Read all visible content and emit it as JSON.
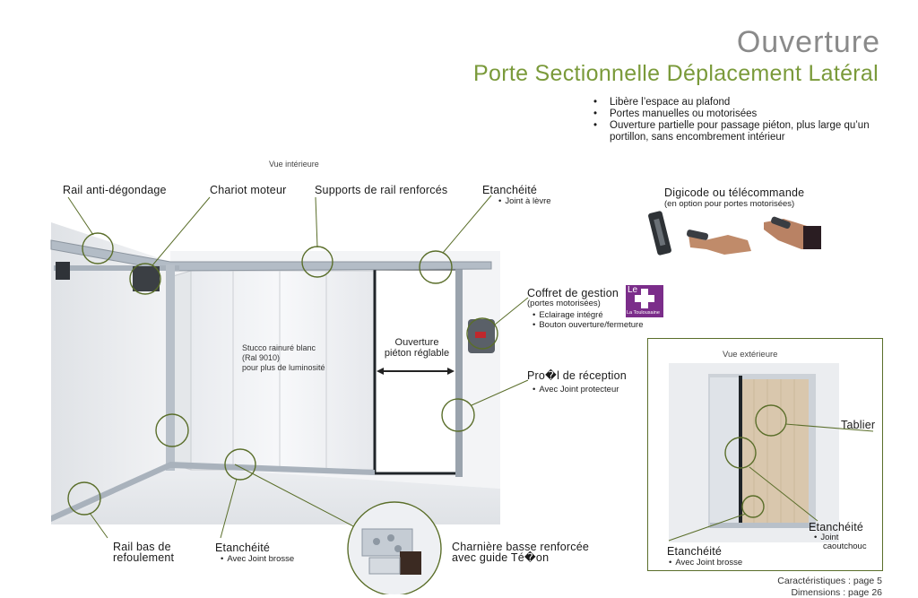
{
  "header": {
    "title": "Ouverture",
    "subtitle": "Porte Sectionnelle Déplacement Latéral"
  },
  "features": [
    "Libère l’espace au plafond",
    "Portes manuelles ou motorisées",
    "Ouverture partielle pour passage piéton, plus large qu’un portillon, sans encombrement intérieur"
  ],
  "interior_view": {
    "caption": "Vue intérieure",
    "labels": {
      "rail_anti": "Rail anti-dégondage",
      "chariot": "Chariot moteur",
      "supports": "Supports de rail renforcés",
      "etancheite_top": "Etanchéité",
      "etancheite_top_detail": "Joint à lèvre",
      "digicode": "Digicode ou télécommande",
      "digicode_detail": "(en option pour portes motorisées)",
      "coffret": "Coffret de gestion",
      "coffret_detail": "(portes motorisées)",
      "coffret_item1": "Eclairage intégré",
      "coffret_item2": "Bouton ouverture/fermeture",
      "profil": "Pro�l de réception",
      "profil_detail": "Avec Joint protecteur",
      "stucco_line1": "Stucco rainuré blanc",
      "stucco_line2": "(Ral 9010)",
      "stucco_line3": "pour plus de luminosité",
      "ouverture_line1": "Ouverture",
      "ouverture_line2": "piéton réglable",
      "rail_bas_line1": "Rail bas de",
      "rail_bas_line2": "refoulement",
      "etancheite_bottom": "Etanchéité",
      "etancheite_bottom_detail": "Avec Joint brosse",
      "charniere_line1": "Charnière basse renforcée",
      "charniere_line2": "avec guide Té�on"
    }
  },
  "logo": {
    "text_top": "Le",
    "text_bottom": "La Toulousaine"
  },
  "exterior_view": {
    "caption": "Vue extérieure",
    "tablier": "Tablier",
    "etancheite_right": "Etanchéité",
    "etancheite_right_detail_line1": "Joint",
    "etancheite_right_detail_line2": "caoutchouc",
    "etancheite_left": "Etanchéité",
    "etancheite_left_detail": "Avec Joint brosse"
  },
  "footer": {
    "line1": "Caractéristiques : page 5",
    "line2": "Dimensions : page 26"
  },
  "colors": {
    "accent_green": "#7a9a3a",
    "title_gray": "#8a8a8a",
    "callout_line": "#5a6e2a",
    "logo_purple": "#7b2d8a"
  }
}
